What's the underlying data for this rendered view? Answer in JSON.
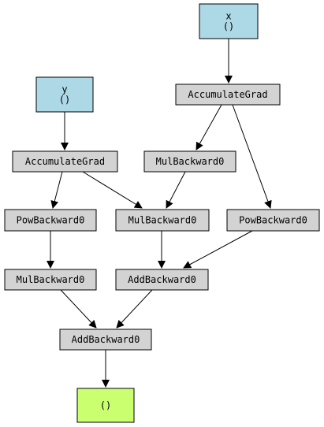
{
  "graph": {
    "nodes": [
      {
        "id": "x",
        "lines": [
          "x",
          "()"
        ],
        "role": "leaf"
      },
      {
        "id": "y",
        "lines": [
          "y",
          "()"
        ],
        "role": "leaf"
      },
      {
        "id": "acc_x",
        "lines": [
          "AccumulateGrad"
        ],
        "role": "op"
      },
      {
        "id": "acc_y",
        "lines": [
          "AccumulateGrad"
        ],
        "role": "op"
      },
      {
        "id": "mul_top",
        "lines": [
          "MulBackward0"
        ],
        "role": "op"
      },
      {
        "id": "pow_left",
        "lines": [
          "PowBackward0"
        ],
        "role": "op"
      },
      {
        "id": "mul_mid",
        "lines": [
          "MulBackward0"
        ],
        "role": "op"
      },
      {
        "id": "pow_right",
        "lines": [
          "PowBackward0"
        ],
        "role": "op"
      },
      {
        "id": "mul_left",
        "lines": [
          "MulBackward0"
        ],
        "role": "op"
      },
      {
        "id": "add_mid",
        "lines": [
          "AddBackward0"
        ],
        "role": "op"
      },
      {
        "id": "add_final",
        "lines": [
          "AddBackward0"
        ],
        "role": "op"
      },
      {
        "id": "out",
        "lines": [
          "()"
        ],
        "role": "output"
      }
    ],
    "edges": [
      {
        "from": "x",
        "to": "acc_x"
      },
      {
        "from": "acc_x",
        "to": "mul_top"
      },
      {
        "from": "acc_x",
        "to": "pow_right"
      },
      {
        "from": "y",
        "to": "acc_y"
      },
      {
        "from": "acc_y",
        "to": "pow_left"
      },
      {
        "from": "acc_y",
        "to": "mul_mid"
      },
      {
        "from": "mul_top",
        "to": "mul_mid"
      },
      {
        "from": "pow_left",
        "to": "mul_left"
      },
      {
        "from": "mul_mid",
        "to": "add_mid"
      },
      {
        "from": "pow_right",
        "to": "add_mid"
      },
      {
        "from": "mul_left",
        "to": "add_final"
      },
      {
        "from": "add_mid",
        "to": "add_final"
      },
      {
        "from": "add_final",
        "to": "out"
      }
    ],
    "colors": {
      "leaf": "#add8e6",
      "op": "#d3d3d3",
      "output": "#caff70",
      "stroke": "#000000",
      "edge": "#000000"
    }
  }
}
